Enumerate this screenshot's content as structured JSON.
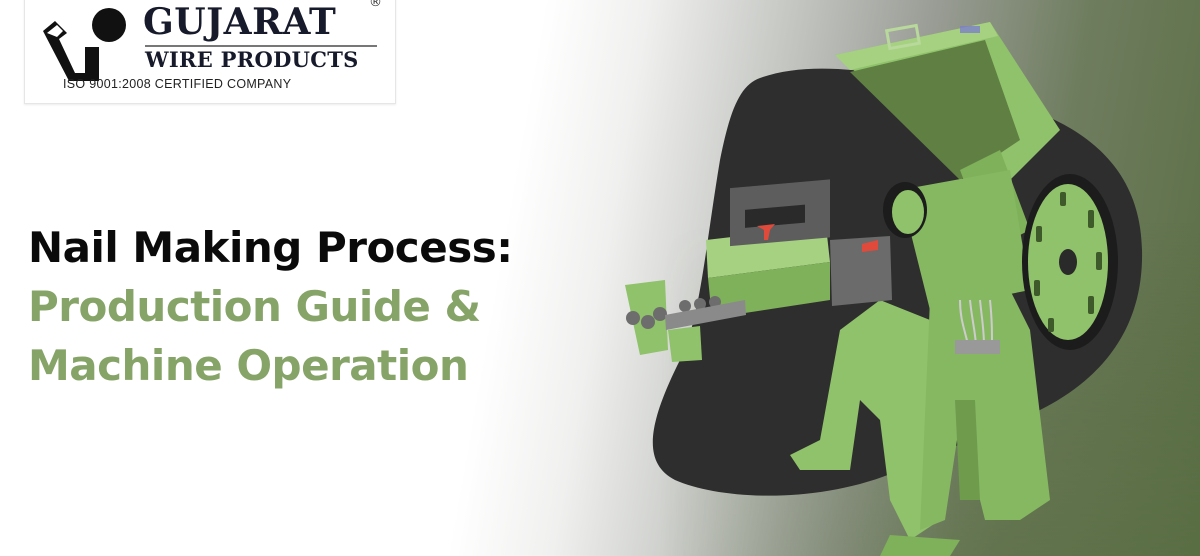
{
  "logo": {
    "brand": "GUJARAT",
    "registered_mark": "®",
    "subtitle": "WIRE PRODUCTS",
    "certification": "ISO 9001:2008 CERTIFIED COMPANY",
    "icon": "gw-monogram-icon"
  },
  "headline": {
    "line1": "Nail Making Process:",
    "line2": "Production Guide &",
    "line3": "Machine Operation"
  },
  "image": {
    "subject": "nail-making-machine",
    "description": "Green wire nail making machine on dark blob background"
  },
  "colors": {
    "headline_dark": "#0a0a0a",
    "headline_accent": "#86a467",
    "machine_green": "#8fc26a",
    "blob_dark": "#2e2e2e",
    "bg_green": "#5a6e44"
  }
}
